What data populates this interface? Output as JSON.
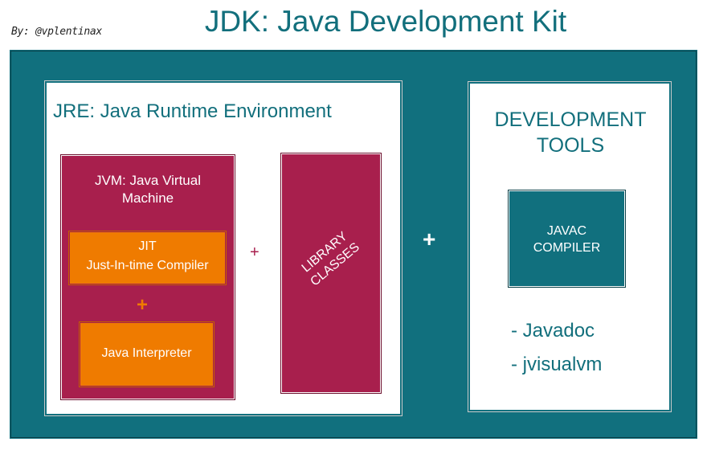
{
  "author": "By: @vplentinax",
  "title": "JDK: Java Development Kit",
  "jre": {
    "title": "JRE: Java Runtime Environment",
    "jvm": {
      "title_line1": "JVM: Java Virtual",
      "title_line2": "Machine",
      "jit_line1": "JIT",
      "jit_line2": "Just-In-time Compiler",
      "plus": "+",
      "interpreter": "Java Interpreter"
    },
    "plus": "+",
    "library_line1": "LIBRARY",
    "library_line2": "CLASSES"
  },
  "plus": "+",
  "dev_tools": {
    "title_line1": "DEVELOPMENT",
    "title_line2": "TOOLS",
    "javac_line1": "JAVAC",
    "javac_line2": "COMPILER",
    "items": [
      "- Javadoc",
      "- jvisualvm"
    ]
  },
  "colors": {
    "teal": "#11707e",
    "crimson": "#a81f4d",
    "orange": "#ef7b00",
    "white": "#ffffff"
  }
}
